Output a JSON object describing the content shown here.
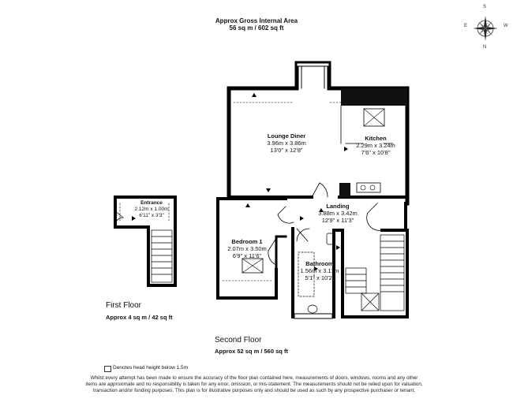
{
  "header": {
    "title": "Approx Gross Internal Area",
    "area": "56 sq m / 602 sq ft"
  },
  "compass": {
    "north": "N",
    "south": "S",
    "east": "E",
    "west": "W"
  },
  "rooms": {
    "lounge": {
      "name": "Lounge Diner",
      "metric": "3.96m x 3.86m",
      "imperial": "13'0\" x 12'8\""
    },
    "kitchen": {
      "name": "Kitchen",
      "metric": "2.29m x 3.24m",
      "imperial": "7'6\" x 10'8\""
    },
    "landing": {
      "name": "Landing",
      "metric": "3.88m x 3.42m",
      "imperial": "12'9\" x 11'3\""
    },
    "bedroom": {
      "name": "Bedroom 1",
      "metric": "2.07m x 3.50m",
      "imperial": "6'9\" x 11'6\""
    },
    "bathroom": {
      "name": "Bathroom",
      "metric": "1.56m x 3.11m",
      "imperial": "5'1\" x 10'2\""
    },
    "entrance": {
      "name": "Entrance",
      "metric": "2.12m x 1.00m",
      "imperial": "6'11\" x 3'3\""
    }
  },
  "floors": {
    "first": {
      "label": "First Floor",
      "area": "Approx 4 sq m / 42 sq ft"
    },
    "second": {
      "label": "Second Floor",
      "area": "Approx 52 sq m / 560 sq ft"
    }
  },
  "legend": {
    "text": "Denotes head height below 1.5m"
  },
  "disclaimer": "Whilst every attempt has been made to ensure the accuracy of the floor plan contained here, measurements of doors, windows, rooms and any other items are approximate and no responsibility is taken for any error, omission, or mis-statement. The measurements should not be relied upon for valuation, transaction and/or funding purposes. This plan is for illustrative purposes only and should be used as such by any prospective purchaser or tenant."
}
